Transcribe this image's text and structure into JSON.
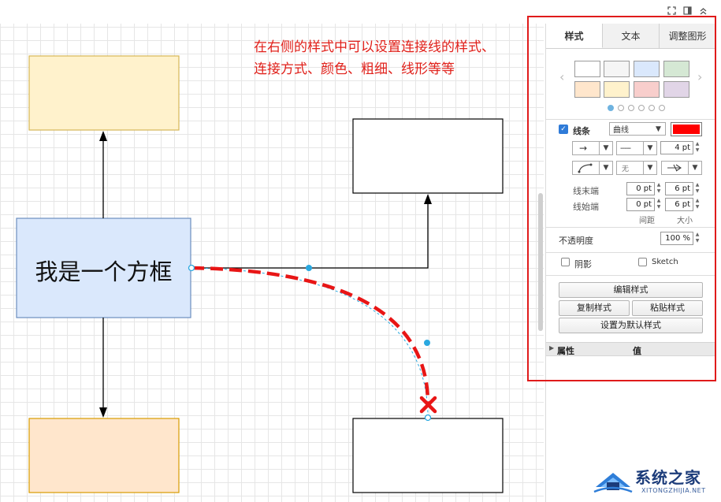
{
  "annotation": {
    "line1": "在右侧的样式中可以设置连接线的样式、",
    "line2": "连接方式、颜色、粗细、线形等等"
  },
  "diagram": {
    "main_box_label": "我是一个方框"
  },
  "panel": {
    "tabs": [
      "样式",
      "文本",
      "调整图形"
    ],
    "swatch_colors": [
      "#ffffff",
      "#f5f5f5",
      "#dae8fc",
      "#d5e8d4",
      "#ffe6cc",
      "#fff2cc",
      "#f8cecc",
      "#e1d5e7"
    ],
    "line": {
      "checkbox_label": "线条",
      "checked": true,
      "line_type": "曲线",
      "color": "#ff0000",
      "arrow_pattern": "→",
      "dash_pattern": "-----",
      "width": "4 pt",
      "waypoint_none": "无"
    },
    "line_end_label": "线末端",
    "line_start_label": "线始端",
    "end_spacing": "0 pt",
    "end_size": "6 pt",
    "start_spacing": "0 pt",
    "start_size": "6 pt",
    "spacing_label": "间距",
    "size_label": "大小",
    "opacity_label": "不透明度",
    "opacity_value": "100 %",
    "shadow_label": "阴影",
    "sketch_label": "Sketch",
    "buttons": {
      "edit_style": "编辑样式",
      "copy_style": "复制样式",
      "paste_style": "粘贴样式",
      "set_default": "设置为默认样式"
    },
    "property_col": "属性",
    "value_col": "值"
  },
  "watermark": {
    "text": "系统之家",
    "sub": "XITONGZHIJIA.NET"
  }
}
